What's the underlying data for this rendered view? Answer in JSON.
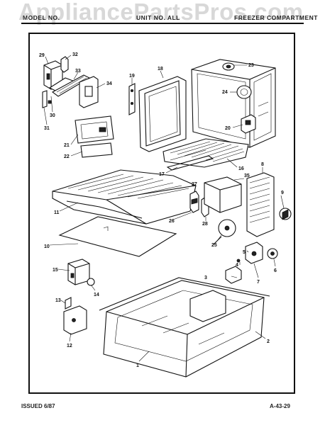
{
  "header": {
    "watermark": "AppliancePartsPros.com",
    "model_label": "MODEL NO.",
    "unit_label": "UNIT NO. ALL",
    "section_title": "FREEZER COMPARTMENT"
  },
  "footer": {
    "issued": "ISSUED 6/87",
    "page_code": "A-43-29"
  },
  "callouts": [
    "1",
    "2",
    "3",
    "4",
    "5",
    "6",
    "7",
    "8",
    "9",
    "10",
    "11",
    "12",
    "13",
    "14",
    "15",
    "16",
    "17",
    "18",
    "19",
    "20",
    "21",
    "22",
    "23",
    "24",
    "25",
    "26",
    "27",
    "28",
    "29",
    "30",
    "31",
    "32",
    "33",
    "34",
    "35"
  ]
}
